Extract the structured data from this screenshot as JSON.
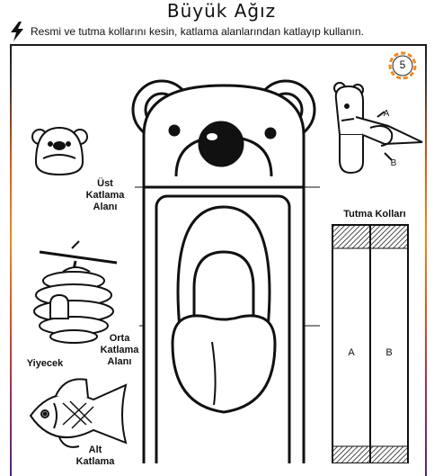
{
  "title": "Büyük Ağız",
  "instruction": "Resmi ve tutma kollarını kesin, katlama alanlarından katlayıp kullanın.",
  "badge_number": "5",
  "labels": {
    "top_fold": "Üst\nKatlama\nAlanı",
    "handles_title": "Tutma Kolları",
    "middle_fold": "Orta\nKatlama\nAlanı",
    "food": "Yiyecek",
    "bottom_fold": "Alt\nKatlama",
    "handle_a": "A",
    "handle_b": "B",
    "puppet_a": "A",
    "puppet_b": "B"
  },
  "colors": {
    "frame_orange": "#f08a1c",
    "frame_purple": "#4b2680",
    "ink": "#111111"
  }
}
